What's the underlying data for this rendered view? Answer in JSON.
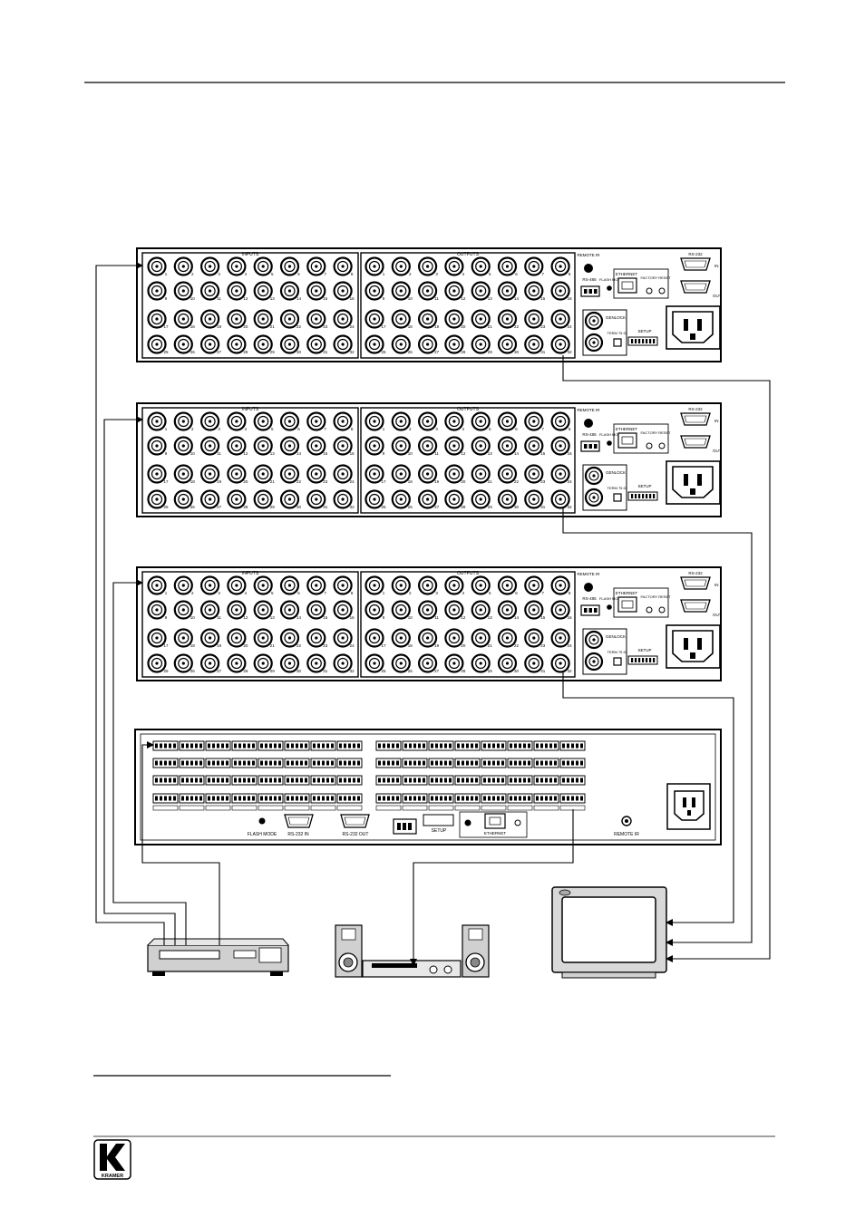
{
  "routers": [
    {
      "inputs_label": "INPUTS",
      "outputs_label": "OUTPUTS",
      "remote_ir_label": "REMOTE IR",
      "rs485_label": "RS-485",
      "ethernet_label": "ETHERNET",
      "flash_mode_label": "FLASH MODE",
      "factory_reset_label": "FACTORY RESET",
      "rs232_label": "RS-232",
      "in_label": "IN",
      "out_label": "OUT",
      "genlock_label": "GENLOCK",
      "term_label": "TERM 75 Ω",
      "setup_label": "SETUP"
    },
    {
      "inputs_label": "INPUTS",
      "outputs_label": "OUTPUTS",
      "remote_ir_label": "REMOTE IR",
      "rs485_label": "RS-485",
      "ethernet_label": "ETHERNET",
      "flash_mode_label": "FLASH MODE",
      "factory_reset_label": "FACTORY RESET",
      "rs232_label": "RS-232",
      "in_label": "IN",
      "out_label": "OUT",
      "genlock_label": "GENLOCK",
      "term_label": "TERM 75 Ω",
      "setup_label": "SETUP"
    },
    {
      "inputs_label": "INPUTS",
      "outputs_label": "OUTPUTS",
      "remote_ir_label": "REMOTE IR",
      "rs485_label": "RS-485",
      "ethernet_label": "ETHERNET",
      "flash_mode_label": "FLASH MODE",
      "factory_reset_label": "FACTORY RESET",
      "rs232_label": "RS-232",
      "in_label": "IN",
      "out_label": "OUT",
      "genlock_label": "GENLOCK",
      "term_label": "TERM 75 Ω",
      "setup_label": "SETUP"
    }
  ],
  "input_numbers": [
    "1",
    "2",
    "3",
    "4",
    "5",
    "6",
    "7",
    "8",
    "9",
    "10",
    "11",
    "12",
    "13",
    "14",
    "15",
    "16",
    "17",
    "18",
    "19",
    "20",
    "21",
    "22",
    "23",
    "24",
    "25",
    "26",
    "27",
    "28",
    "29",
    "30",
    "31",
    "32"
  ],
  "audio_matrix": {
    "flash_mode_label": "FLASH MODE",
    "rs232_in_label": "RS-232 IN",
    "rs232_out_label": "RS-232 OUT",
    "setup_label": "SETUP",
    "ethernet_label": "ETHERNET",
    "remote_ir_label": "REMOTE IR"
  },
  "logo": {
    "brand": "KRAMER"
  },
  "colors": {
    "line": "#000000",
    "panel_fill": "#ffffff",
    "device_grey": "#c8c8c8",
    "screen_grey": "#d8d8d8"
  }
}
